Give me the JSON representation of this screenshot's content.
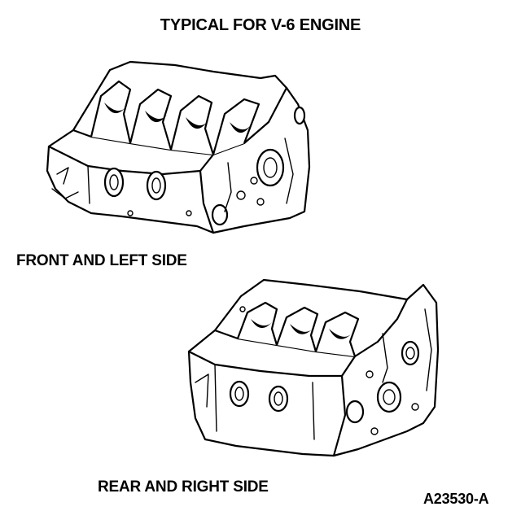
{
  "title": "TYPICAL FOR V-6 ENGINE",
  "views": [
    {
      "label": "FRONT AND LEFT SIDE"
    },
    {
      "label": "REAR AND RIGHT SIDE"
    }
  ],
  "figure_id": "A23530-A",
  "colors": {
    "ink": "#000000",
    "paper": "#ffffff"
  }
}
